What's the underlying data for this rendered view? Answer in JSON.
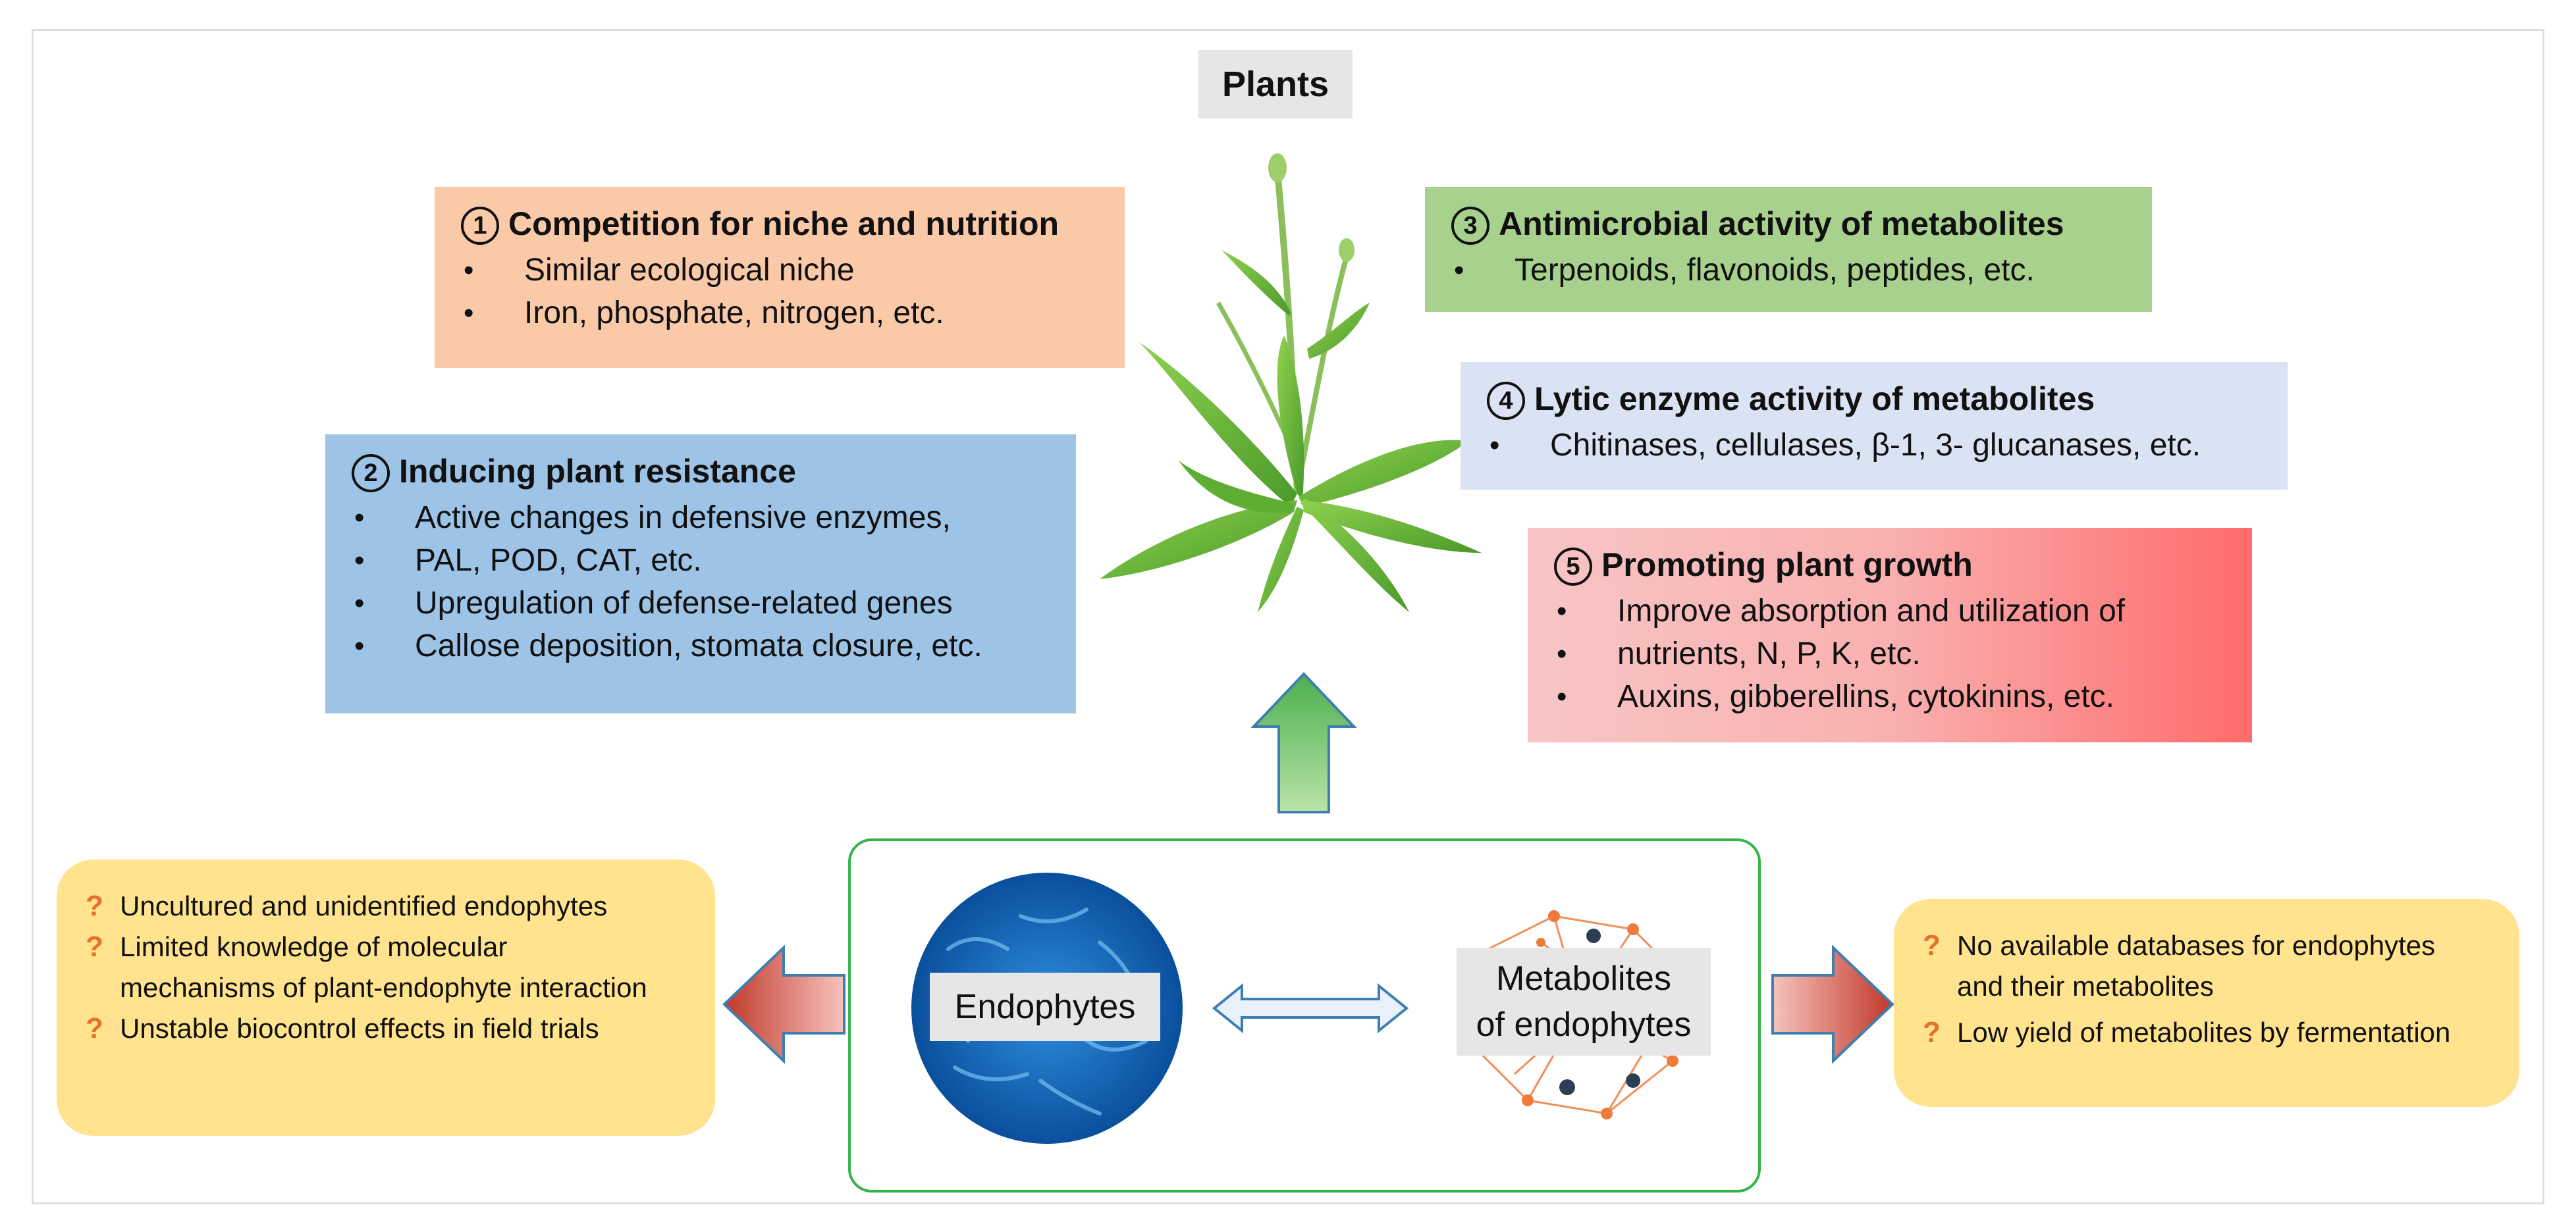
{
  "title": "Plants",
  "boxes": {
    "competition": {
      "num": "1",
      "title": "Competition for niche and nutrition",
      "items": [
        "Similar ecological niche",
        "Iron, phosphate, nitrogen, etc."
      ],
      "color": "#f9c9a8"
    },
    "resistance": {
      "num": "2",
      "title": "Inducing plant resistance",
      "items": [
        "Active changes in defensive enzymes,",
        "PAL, POD, CAT, etc.",
        "Upregulation of defense-related genes",
        "Callose deposition,  stomata closure, etc."
      ],
      "color": "#9dc3e6"
    },
    "antimicrobial": {
      "num": "3",
      "title": "Antimicrobial activity of metabolites",
      "items": [
        "Terpenoids, flavonoids, peptides, etc."
      ],
      "color": "#a9d18e"
    },
    "lytic": {
      "num": "4",
      "title": "Lytic enzyme activity of metabolites",
      "items": [
        "Chitinases, cellulases, β-1, 3- glucanases, etc."
      ],
      "color": "#dae3f3"
    },
    "growth": {
      "num": "5",
      "title": "Promoting plant growth",
      "items": [
        "Improve absorption and utilization of",
        "nutrients, N, P, K, etc.",
        "Auxins, gibberellins, cytokinins, etc."
      ],
      "color_start": "#f8c5c5",
      "color_end": "#ff6b6b"
    }
  },
  "center": {
    "endophytes_label": "Endophytes",
    "metabolites_label_line1": "Metabolites",
    "metabolites_label_line2": "of endophytes"
  },
  "left_challenges": {
    "items": [
      "Uncultured and unidentified endophytes",
      "Limited knowledge of molecular",
      "mechanisms of plant-endophyte interaction",
      "Unstable biocontrol effects in field trials"
    ],
    "marker": "?"
  },
  "right_challenges": {
    "items": [
      "No available databases for endophytes",
      "and their metabolites",
      "Low yield of metabolites by fermentation"
    ],
    "marker": "?"
  }
}
